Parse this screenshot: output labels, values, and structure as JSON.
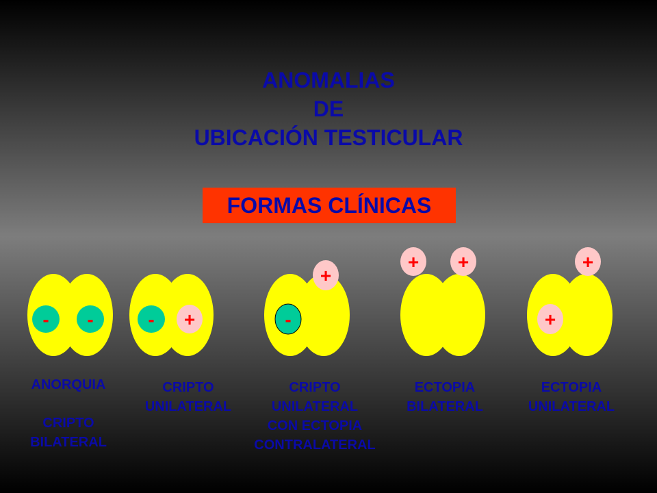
{
  "title": {
    "line1": "ANOMALIAS",
    "line2": "DE",
    "line3": "UBICACIÓN TESTICULAR"
  },
  "badge": "FORMAS CLÍNICAS",
  "symbols": {
    "minus": "-",
    "plus": "+"
  },
  "colors": {
    "body": "#ffff00",
    "absent_testis": "#00cc99",
    "present_testis": "#ffc8c8",
    "symbol": "#ff0000",
    "text": "#0a0aa8",
    "badge_bg": "#ff3300"
  },
  "forms": [
    {
      "lines": [
        "ANORQUIA"
      ],
      "lines2": [
        "CRIPTO",
        "BILATERAL"
      ]
    },
    {
      "lines": [
        "CRIPTO",
        "UNILATERAL"
      ]
    },
    {
      "lines": [
        "CRIPTO",
        "UNILATERAL",
        "CON ECTOPIA",
        "CONTRALATERAL"
      ]
    },
    {
      "lines": [
        "ECTOPIA",
        "BILATERAL"
      ]
    },
    {
      "lines": [
        "ECTOPIA",
        "UNILATERAL"
      ]
    }
  ]
}
